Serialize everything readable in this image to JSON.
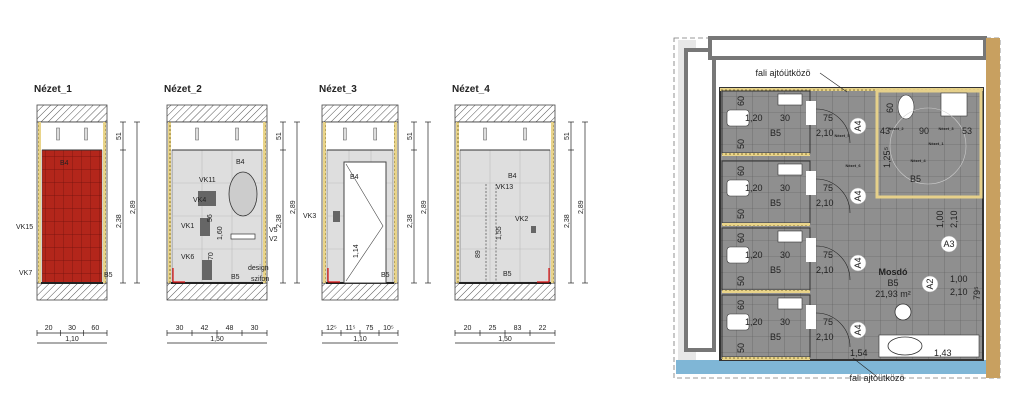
{
  "views": [
    {
      "title": "Nézet_1",
      "h_dims": [
        "51",
        "2,38",
        "2,89"
      ],
      "w_segs": [
        "20",
        "30",
        "60"
      ],
      "w_total": "1,10",
      "labels": [
        "B4",
        "VK15",
        "VK7",
        "B5"
      ]
    },
    {
      "title": "Nézet_2",
      "h_dims": [
        "51",
        "2,38",
        "2,89"
      ],
      "w_segs": [
        "30",
        "42",
        "48",
        "30"
      ],
      "w_total": "1,50",
      "labels": [
        "B4",
        "VK11",
        "VK4",
        "VK1",
        "V5",
        "V2",
        "VK6",
        "B5",
        "design",
        "szifon",
        "56",
        "1,60",
        "70"
      ]
    },
    {
      "title": "Nézet_3",
      "h_dims": [
        "51",
        "2,38",
        "2,89"
      ],
      "w_segs": [
        "12⁵",
        "11⁵",
        "75",
        "10⁵"
      ],
      "w_total": "1,10",
      "labels": [
        "B4",
        "VK3",
        "B5",
        "1,14"
      ]
    },
    {
      "title": "Nézet_4",
      "h_dims": [
        "51",
        "2,38",
        "2,89"
      ],
      "w_segs": [
        "20",
        "25",
        "83",
        "22"
      ],
      "w_total": "1,50",
      "labels": [
        "B4",
        "VK13",
        "VK2",
        "B5",
        "1,55",
        "89"
      ]
    }
  ],
  "plan": {
    "door_stop_label": "fali ajtóütközö",
    "room_name": "Mosdó",
    "room_code": "B5",
    "room_area": "21,93 m²",
    "cabins": [
      {
        "code": "B5",
        "d1": "60",
        "d2": "1,20",
        "d3": "30",
        "d4": "50",
        "door_w": "75",
        "door_h": "2,10",
        "door_tag": "A4"
      },
      {
        "code": "B5",
        "d1": "60",
        "d2": "1,20",
        "d3": "30",
        "d4": "50",
        "door_w": "75",
        "door_h": "2,10",
        "door_tag": "A4"
      },
      {
        "code": "B5",
        "d1": "60",
        "d2": "1,20",
        "d3": "30",
        "d4": "50",
        "door_w": "75",
        "door_h": "2,10",
        "door_tag": "A4"
      },
      {
        "code": "B5",
        "d1": "60",
        "d2": "1,20",
        "d3": "30",
        "d4": "50",
        "door_w": "75",
        "door_h": "2,10",
        "door_tag": "A4"
      }
    ],
    "accessible_wc": {
      "code": "B5",
      "d1": "60",
      "d2": "43",
      "d3": "90",
      "d4": "53",
      "d5": "1,25⁵"
    },
    "door_a3": {
      "tag": "A3",
      "w": "1,00",
      "h": "2,10"
    },
    "door_a2": {
      "tag": "A2",
      "w": "1,00",
      "h": "2,10",
      "extra": "79⁵"
    },
    "bottom_dims": [
      "1,54",
      "1,43"
    ],
    "view_markers": [
      "Nézet_1",
      "Nézet_2",
      "Nézet_3",
      "Nézet_4",
      "Nézet_5",
      "Nézet_6"
    ]
  }
}
